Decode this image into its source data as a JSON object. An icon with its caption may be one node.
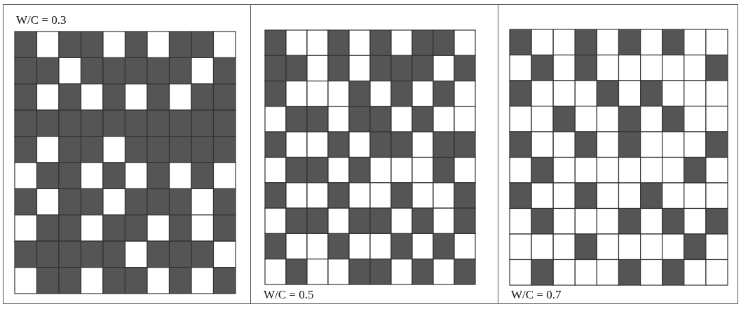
{
  "diagram": {
    "nodes": [
      {
        "text": [
          "W/C = 0.3"
        ]
      },
      {
        "text": [
          "W/C = 0.5"
        ]
      },
      {
        "text": [
          "W/C = 0.7"
        ]
      }
    ]
  }
}
